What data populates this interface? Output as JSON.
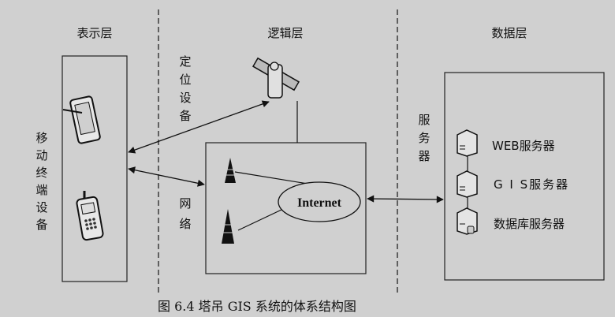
{
  "layers": {
    "presentation": "表示层",
    "logic": "逻辑层",
    "data": "数据层"
  },
  "labels": {
    "mobile_terminal": [
      "移",
      "动",
      "终",
      "端",
      "设",
      "备"
    ],
    "positioning_device": [
      "定",
      "位",
      "设",
      "备"
    ],
    "network": [
      "网",
      "络"
    ],
    "server": [
      "服",
      "务",
      "器"
    ],
    "internet": "Internet"
  },
  "servers": [
    {
      "label": "WEB服务器"
    },
    {
      "label": "G I S服务器"
    },
    {
      "label": "数据库服务器"
    }
  ],
  "caption": "图 6.4 塔吊 GIS 系统的体系结构图"
}
